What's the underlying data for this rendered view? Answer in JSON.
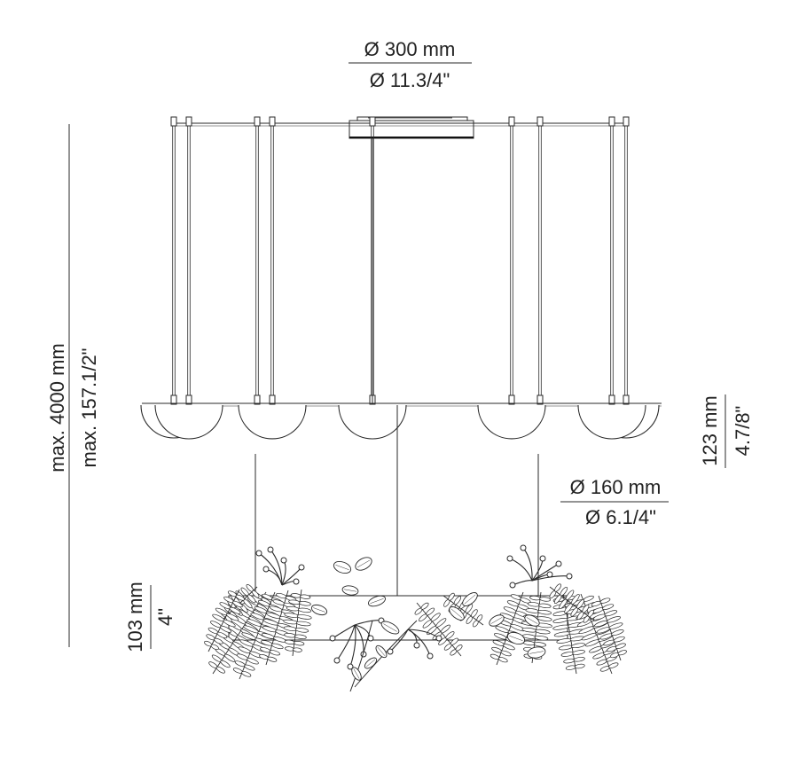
{
  "dimensions": {
    "canopy_diameter_mm": "Ø 300 mm",
    "canopy_diameter_in": "Ø 11.3/4\"",
    "total_height_mm": "max. 4000 mm",
    "total_height_in": "max. 157.1/2\"",
    "globe_height_mm": "123 mm",
    "globe_height_in": "4.7/8\"",
    "globe_diameter_mm": "Ø 160 mm",
    "globe_diameter_in": "Ø 6.1/4\"",
    "planter_height_mm": "103 mm",
    "planter_height_in": "4\""
  },
  "colors": {
    "line": "#2a2a2a",
    "background": "#ffffff"
  }
}
